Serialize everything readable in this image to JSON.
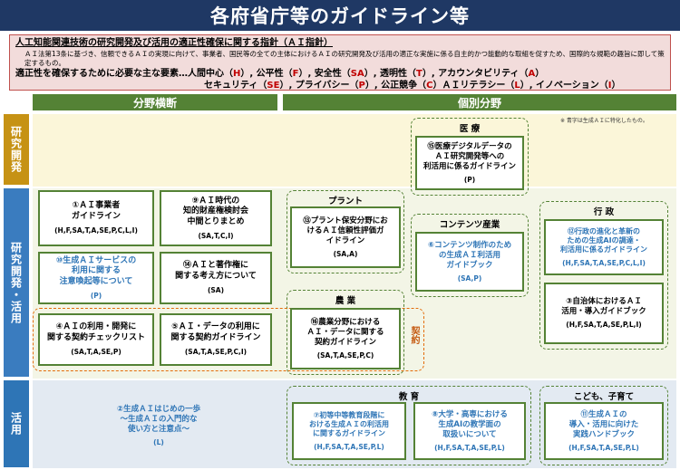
{
  "title": "各府省庁等のガイドライン等",
  "guideline": {
    "title": "人工知能関連技術の研究開発及び活用の適正性確保に関する指針（ＡＩ指針）",
    "desc": "ＡＩ法第13条に基づき、信頼できるＡＩの実現に向けて、事業者、国民等の全ての主体におけるＡＩの研究開発及び活用の適正な実施に係る自主的かつ能動的な取組を促すため、国際的な規範の趣旨に即して策定するもの。",
    "principles_prefix": "適正性を確保するために必要な主な要素…人間中心（",
    "p_h": "H",
    "p_fair": "）, 公平性（",
    "p_f": "F",
    "p_safe": "）, 安全性（",
    "p_sa": "SA",
    "p_trans": "）, 透明性（",
    "p_t": "T",
    "p_acc": "）, アカウンタビリティ（",
    "p_a": "A",
    "p_end1": "）",
    "p2_sec": "セキュリティ（",
    "p_se": "SE",
    "p2_priv": "）, プライバシー（",
    "p_p": "P",
    "p2_comp": "）, 公正競争（",
    "p_c": "C",
    "p2_lit": "）ＡＩリテラシー（",
    "p_l": "L",
    "p2_innov": "）, イノベーション（",
    "p_i": "I",
    "p2_end": "）"
  },
  "headers": {
    "left": "分野横断",
    "right": "個別分野"
  },
  "note": "※ 青字は生成ＡＩに特化したもの。",
  "rows": {
    "r1": "研究開発",
    "r2": "研究開発・活用",
    "r3": "活用"
  },
  "groups": {
    "medical": "医 療",
    "plant": "プラント",
    "content": "コンテンツ産業",
    "admin": "行 政",
    "agri": "農 業",
    "edu": "教 育",
    "child": "こども、子育て",
    "contract": "契約"
  },
  "boxes": {
    "b1": {
      "title": "①ＡＩ事業者\nガイドライン",
      "sub": "(H,F,SA,T,A,SE,P,C,L,I)"
    },
    "b9": {
      "title": "⑨ＡＩ時代の\n知的財産権検討会\n中間とりまとめ",
      "sub": "(SA,T,C,I)"
    },
    "b10": {
      "title": "⑩生成ＡＩサービスの\n利用に関する\n注意喚起等について",
      "sub": "(P)"
    },
    "b14": {
      "title": "⑭ＡＩと著作権に\n関する考え方について",
      "sub": "(SA)"
    },
    "b4": {
      "title": "④ＡＩの利用・開発に\n関する契約チェックリスト",
      "sub": "(SA,T,A,SE,P)"
    },
    "b5": {
      "title": "⑤ＡＩ・データの利用に\n関する契約ガイドライン",
      "sub": "(SA,T,A,SE,P,C,I)"
    },
    "b15": {
      "title": "⑮医療デジタルデータの\nＡＩ研究開発等への\n利活用に係るガイドライン",
      "sub": "(P)"
    },
    "b13": {
      "title": "⑬プラント保安分野にお\nけるＡＩ信頼性評価ガ\nイドライン",
      "sub": "(SA,A)"
    },
    "b6": {
      "title": "⑥コンテンツ制作のため\nの生成ＡＩ利活用\nガイドブック",
      "sub": "(SA,P)"
    },
    "b12": {
      "title": "⑫行政の進化と革新の\nための生成AIの調達・\n利活用に係るガイドライン",
      "sub": "(H,F,SA,T,A,SE,P,C,L,I)"
    },
    "b3": {
      "title": "③自治体におけるＡＩ\n活用・導入ガイドブック",
      "sub": "(H,F,SA,T,A,SE,P,L,I)"
    },
    "b16": {
      "title": "⑯農業分野における\nＡＩ・データに関する\n契約ガイドライン",
      "sub": "(SA,T,A,SE,P,C)"
    },
    "b2": {
      "title": "②生成ＡＩはじめの一歩\n～生成ＡＩの入門的な\n使い方と注意点～",
      "sub": "(L)"
    },
    "b7": {
      "title": "⑦初等中等教育段階に\nおける生成ＡＩの利活用\nに関するガイドライン",
      "sub": "(H,F,SA,T,A,SE,P,L)"
    },
    "b8": {
      "title": "⑧大学・高専における\n生成AIの教学面の\n取扱いについて",
      "sub": "(H,F,SA,T,A,SE,P,L)"
    },
    "b11": {
      "title": "⑪生成ＡＩの\n導入・活用に向けた\n実践ハンドブック",
      "sub": "(H,F,SA,T,A,SE,P,L)"
    }
  },
  "colors": {
    "title_bg": "#1f3864",
    "header_bg": "#548235",
    "accent_red": "#c00000",
    "blue_text": "#2e75b6"
  }
}
